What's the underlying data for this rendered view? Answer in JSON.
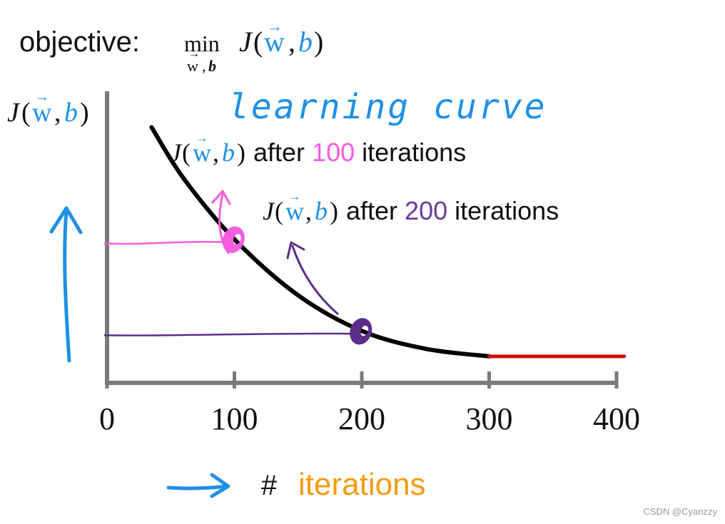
{
  "objective": {
    "label": "objective:",
    "min": "min",
    "subscript_w": "w",
    "subscript_comma": ",",
    "subscript_b": "b",
    "func_J": "J",
    "open_paren": "(",
    "w": "w",
    "comma": ",",
    "b": "b",
    "close_paren": ")"
  },
  "ylabel": {
    "J": "J",
    "open": "(",
    "w": "w",
    "comma": ",",
    "b": "b",
    "close": ")"
  },
  "handwritten": {
    "title": "learning curve"
  },
  "annotations": [
    {
      "prefix_J": "J",
      "prefix_open": "(",
      "prefix_w": "w",
      "prefix_comma": ",",
      "prefix_b": "b",
      "prefix_close": ")",
      "before": " after ",
      "number": "100",
      "after": " iterations",
      "number_color": "#f55ce0"
    },
    {
      "prefix_J": "J",
      "prefix_open": "(",
      "prefix_w": "w",
      "prefix_comma": ",",
      "prefix_b": "b",
      "prefix_close": ")",
      "before": " after ",
      "number": "200",
      "after": " iterations",
      "number_color": "#6a3d9a"
    }
  ],
  "xlabel": {
    "hash": "#",
    "word": "iterations",
    "word_color": "#f39c12"
  },
  "watermark": "CSDN @Cyanzzy",
  "colors": {
    "blue": "#1e90e6",
    "pink": "#f55ce0",
    "purple": "#5b2d8a",
    "red": "#cc1100",
    "axis": "#7a7a7a",
    "curve": "#000000"
  },
  "chart_data": {
    "type": "line",
    "x_ticks": [
      "0",
      "100",
      "200",
      "300",
      "400"
    ],
    "xlim": [
      0,
      400
    ],
    "series": [
      {
        "x": [
          35,
          60,
          100,
          150,
          200,
          250,
          300
        ],
        "y": [
          0.92,
          0.72,
          0.48,
          0.26,
          0.12,
          0.05,
          0.02
        ]
      },
      {
        "x": [
          300,
          406
        ],
        "y": [
          0.02,
          0.02
        ]
      }
    ],
    "highlight_points": [
      {
        "x": 100,
        "y": 0.48
      },
      {
        "x": 200,
        "y": 0.12
      }
    ]
  }
}
